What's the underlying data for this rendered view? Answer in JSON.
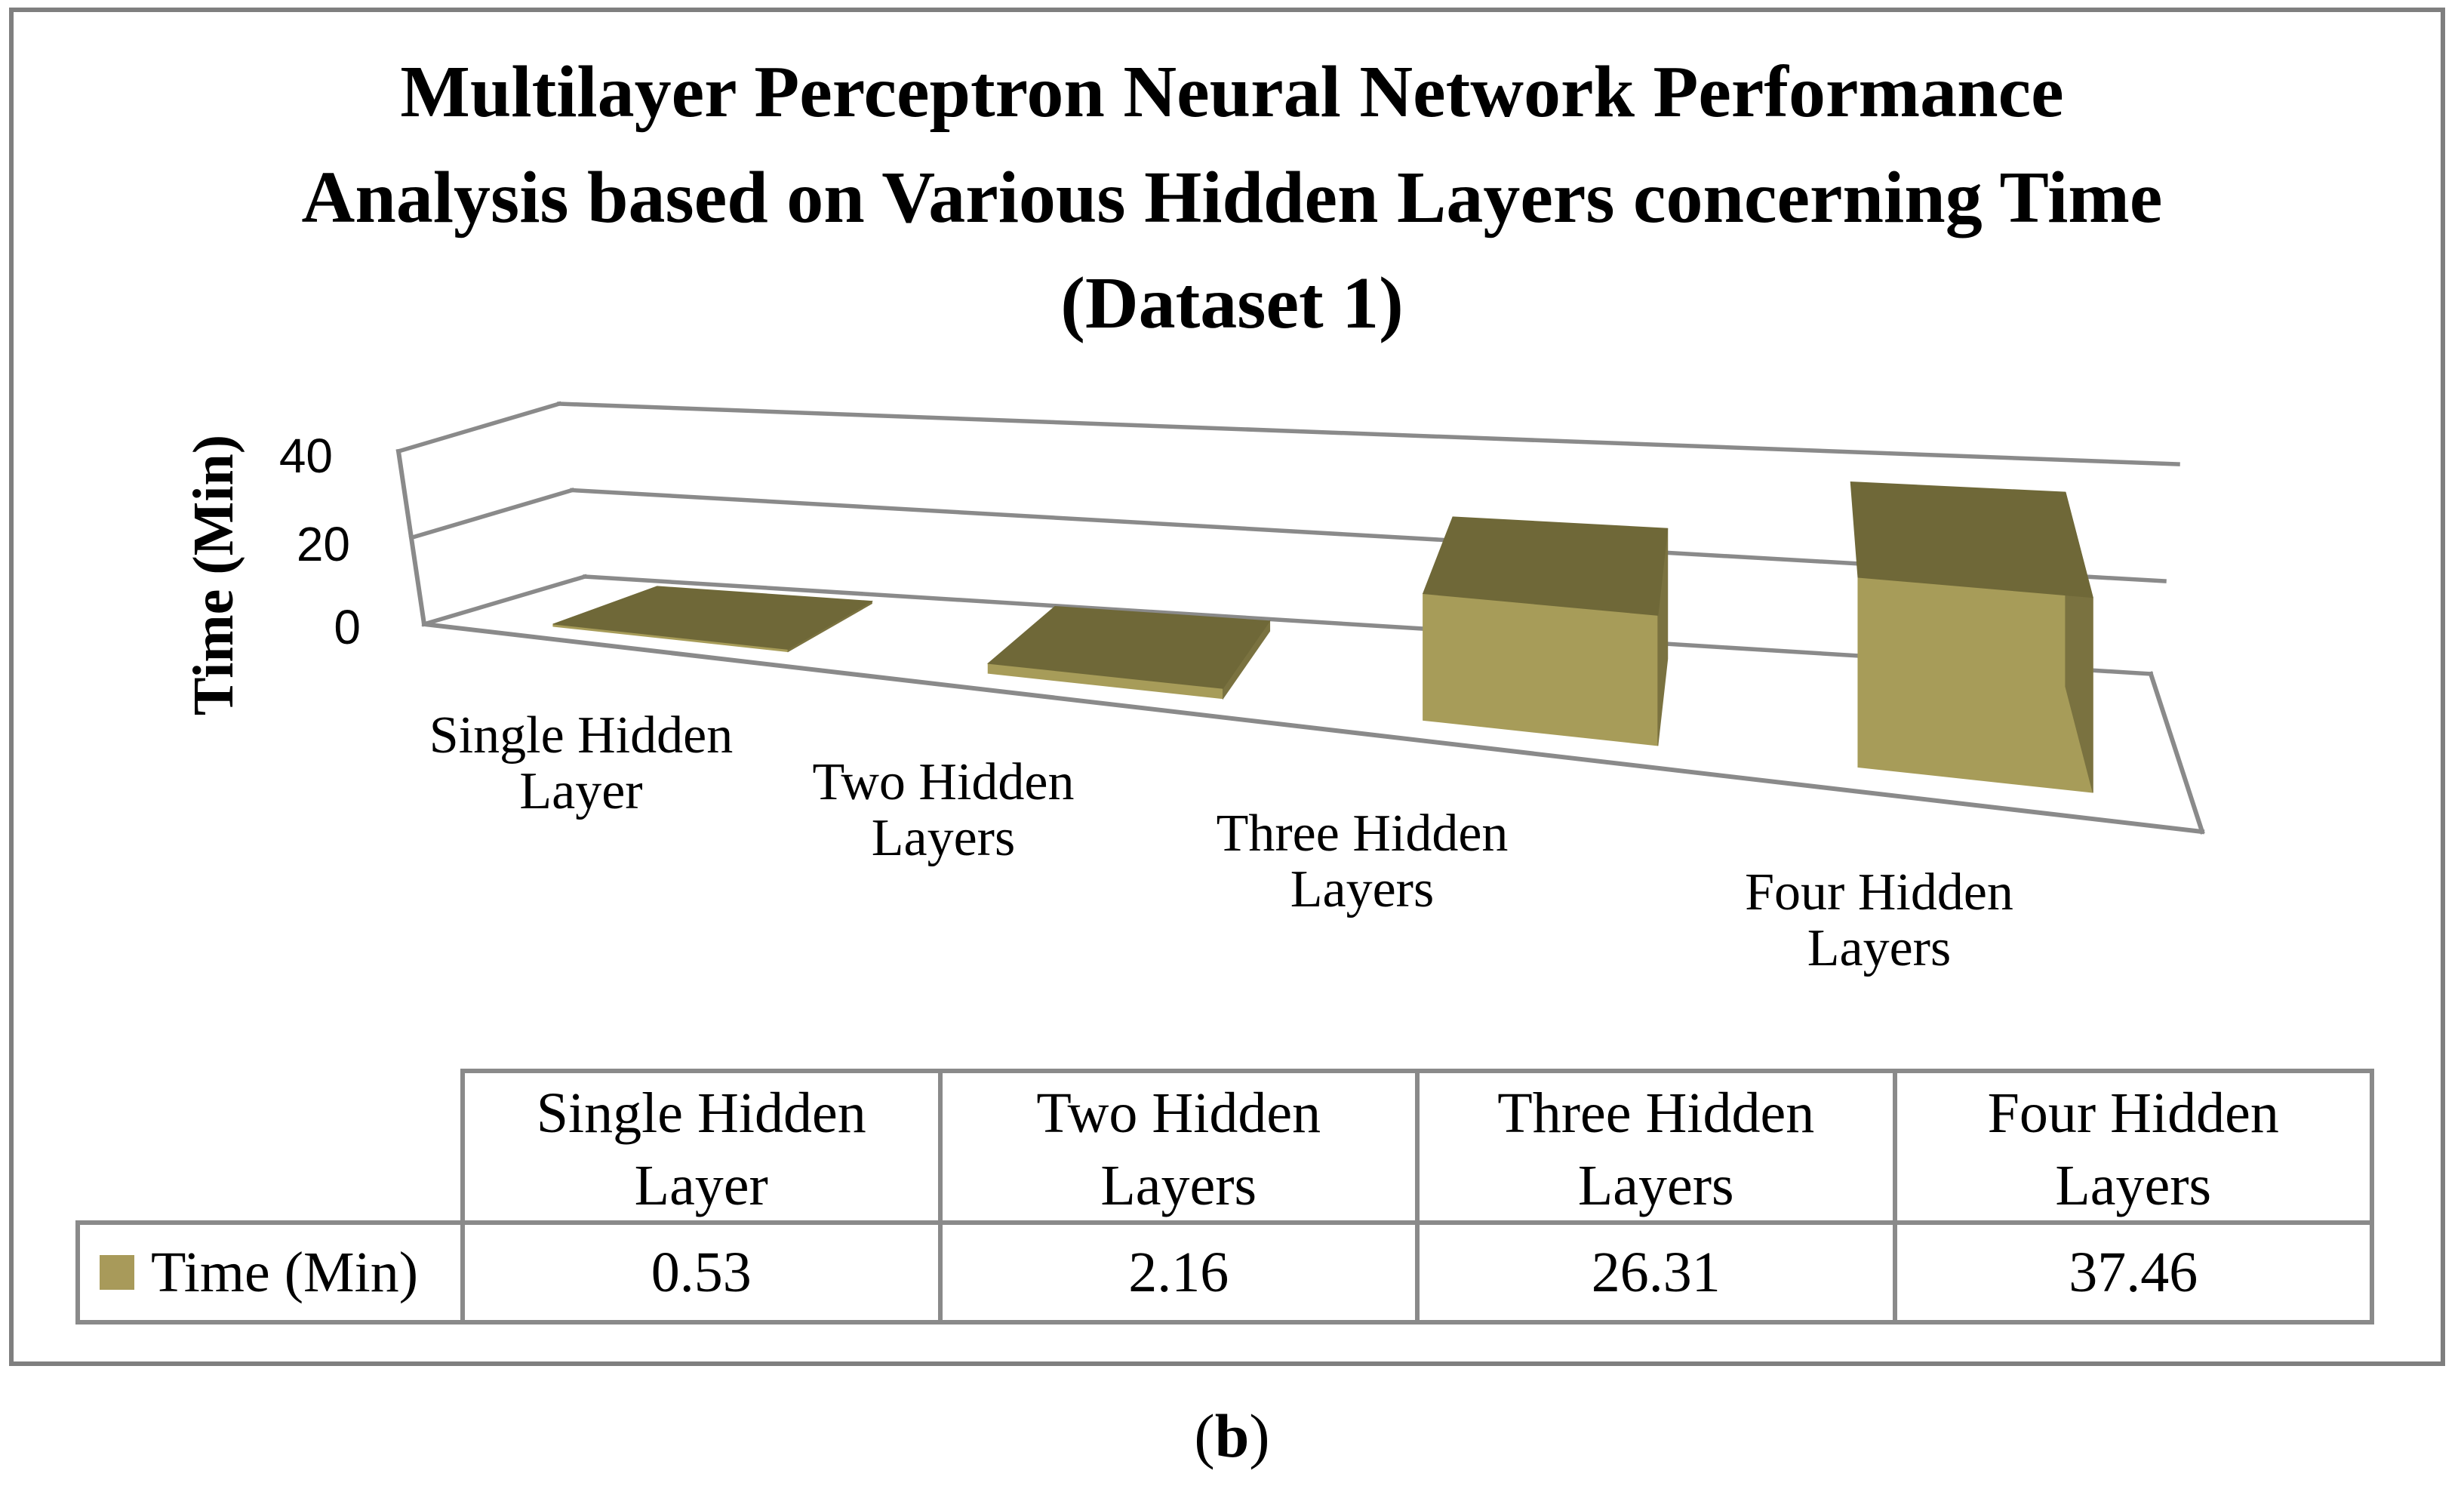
{
  "title": {
    "line1": "Multilayer Perceptron Neural Network Performance",
    "line2": "Analysis based on Various Hidden Layers concerning Time",
    "line3": "(Dataset 1)"
  },
  "chart_data": {
    "type": "bar",
    "projection": "3d-perspective",
    "categories": [
      "Single Hidden Layer",
      "Two Hidden Layers",
      "Three Hidden Layers",
      "Four Hidden Layers"
    ],
    "series": [
      {
        "name": "Time (Min)",
        "values": [
          0.53,
          2.16,
          26.31,
          37.46
        ]
      }
    ],
    "title": "Multilayer Perceptron Neural Network Performance Analysis based on Various Hidden Layers concerning Time (Dataset 1)",
    "xlabel": "",
    "ylabel": "Time (Min)",
    "ylim": [
      0,
      40
    ],
    "yticks": [
      0,
      20,
      40
    ],
    "grid": true,
    "legend_position": "table-left",
    "bar_front_color": "#a79c59",
    "bar_top_color": "#6f6838",
    "bar_side_color": "#7a7240",
    "line_color": "#8a8a8a"
  },
  "axis": {
    "title": "Time (Min)",
    "tick40": "40",
    "tick20": "20",
    "tick0": "0"
  },
  "category_labels": [
    {
      "line1": "Single Hidden",
      "line2": "Layer"
    },
    {
      "line1": "Two Hidden",
      "line2": "Layers"
    },
    {
      "line1": "Three Hidden",
      "line2": "Layers"
    },
    {
      "line1": "Four Hidden",
      "line2": "Layers"
    }
  ],
  "table": {
    "row_header": "Time (Min)",
    "legend_color": "#a89a5a",
    "col_headers": [
      {
        "line1": "Single Hidden",
        "line2": "Layer"
      },
      {
        "line1": "Two Hidden",
        "line2": "Layers"
      },
      {
        "line1": "Three Hidden",
        "line2": "Layers"
      },
      {
        "line1": "Four Hidden",
        "line2": "Layers"
      }
    ],
    "values": [
      "0.53",
      "2.16",
      "26.31",
      "37.46"
    ]
  },
  "caption": {
    "open": "(",
    "letter": "b",
    "close": ")"
  }
}
